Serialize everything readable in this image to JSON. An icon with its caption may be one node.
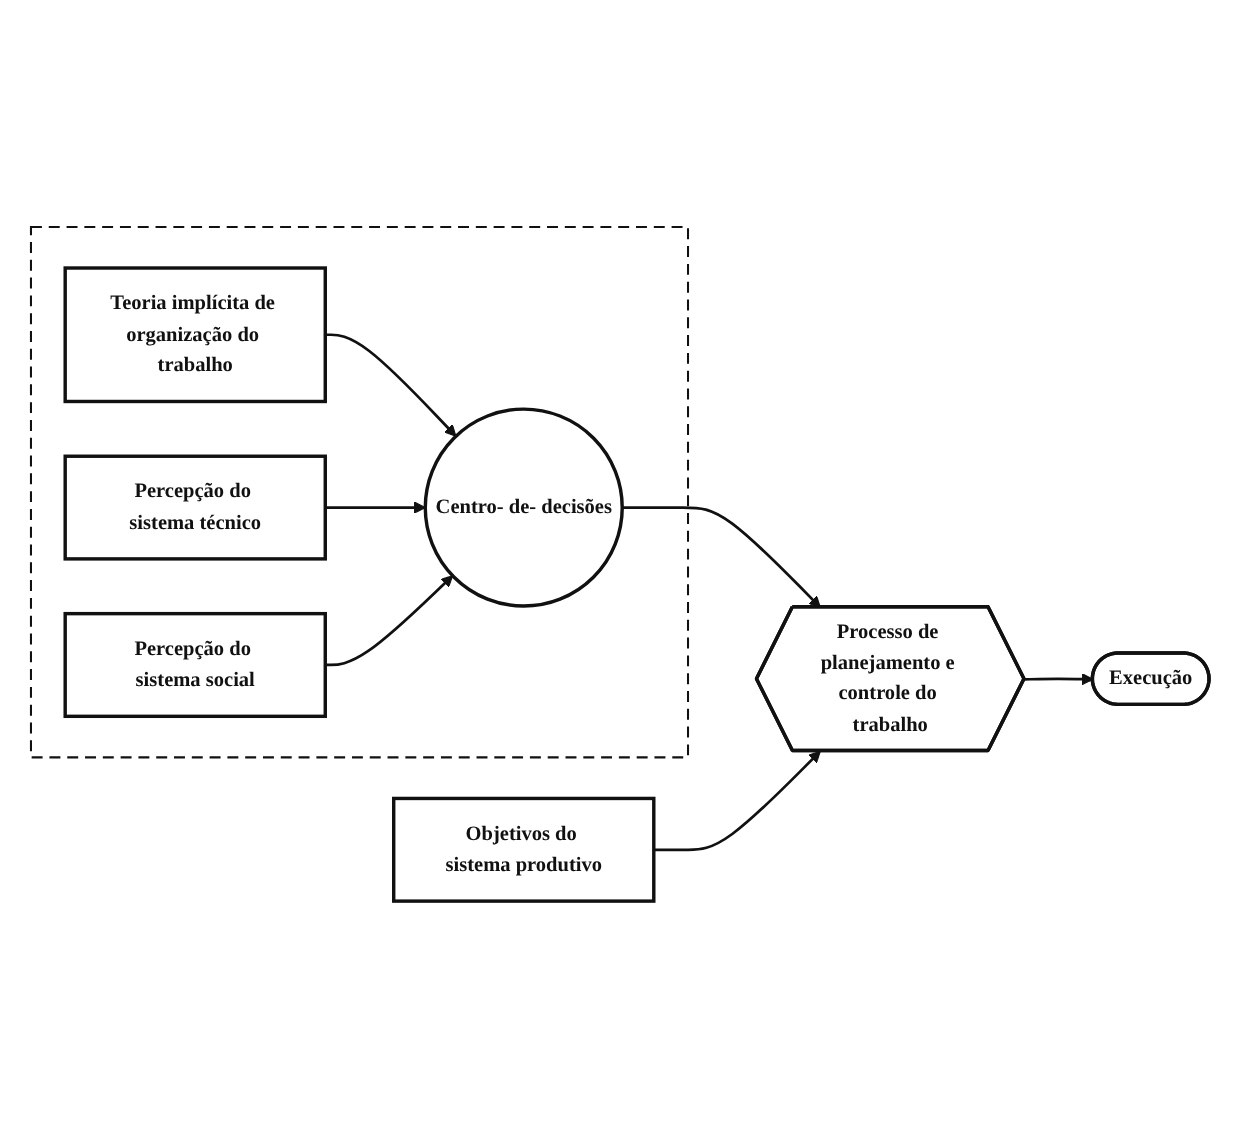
{
  "diagram": {
    "nodes": [
      {
        "text": [],
        "shape": "box"
      },
      {
        "text": [
          "Teoria implícita de organização do trabalho"
        ],
        "in": 0
      },
      {
        "text": [
          "Centro- de- decisões"
        ],
        "in": 0
      },
      {
        "text": [
          "Percepção do sistema técnico"
        ],
        "in": 0
      },
      {
        "text": [
          "Percepção do sistema social"
        ],
        "in": 0
      },
      {
        "text": [
          "Objetivos do sistema produtivo"
        ]
      },
      {
        "text": [
          "Processo de planejamento e controle do trabalho"
        ]
      },
      {
        "text": [
          "Execução"
        ]
      }
    ],
    "edges": [
      {
        "from": 1,
        "to": 2,
        "arrow": "to"
      },
      {
        "from": 3,
        "to": 2,
        "arrow": "to"
      },
      {
        "from": 4,
        "to": 2,
        "arrow": "to"
      },
      {
        "from": 2,
        "to": 6,
        "arrow": "to"
      },
      {
        "from": 5,
        "to": 6,
        "arrow": "to"
      },
      {
        "from": 6,
        "to": 7,
        "arrow": "to"
      }
    ]
  }
}
